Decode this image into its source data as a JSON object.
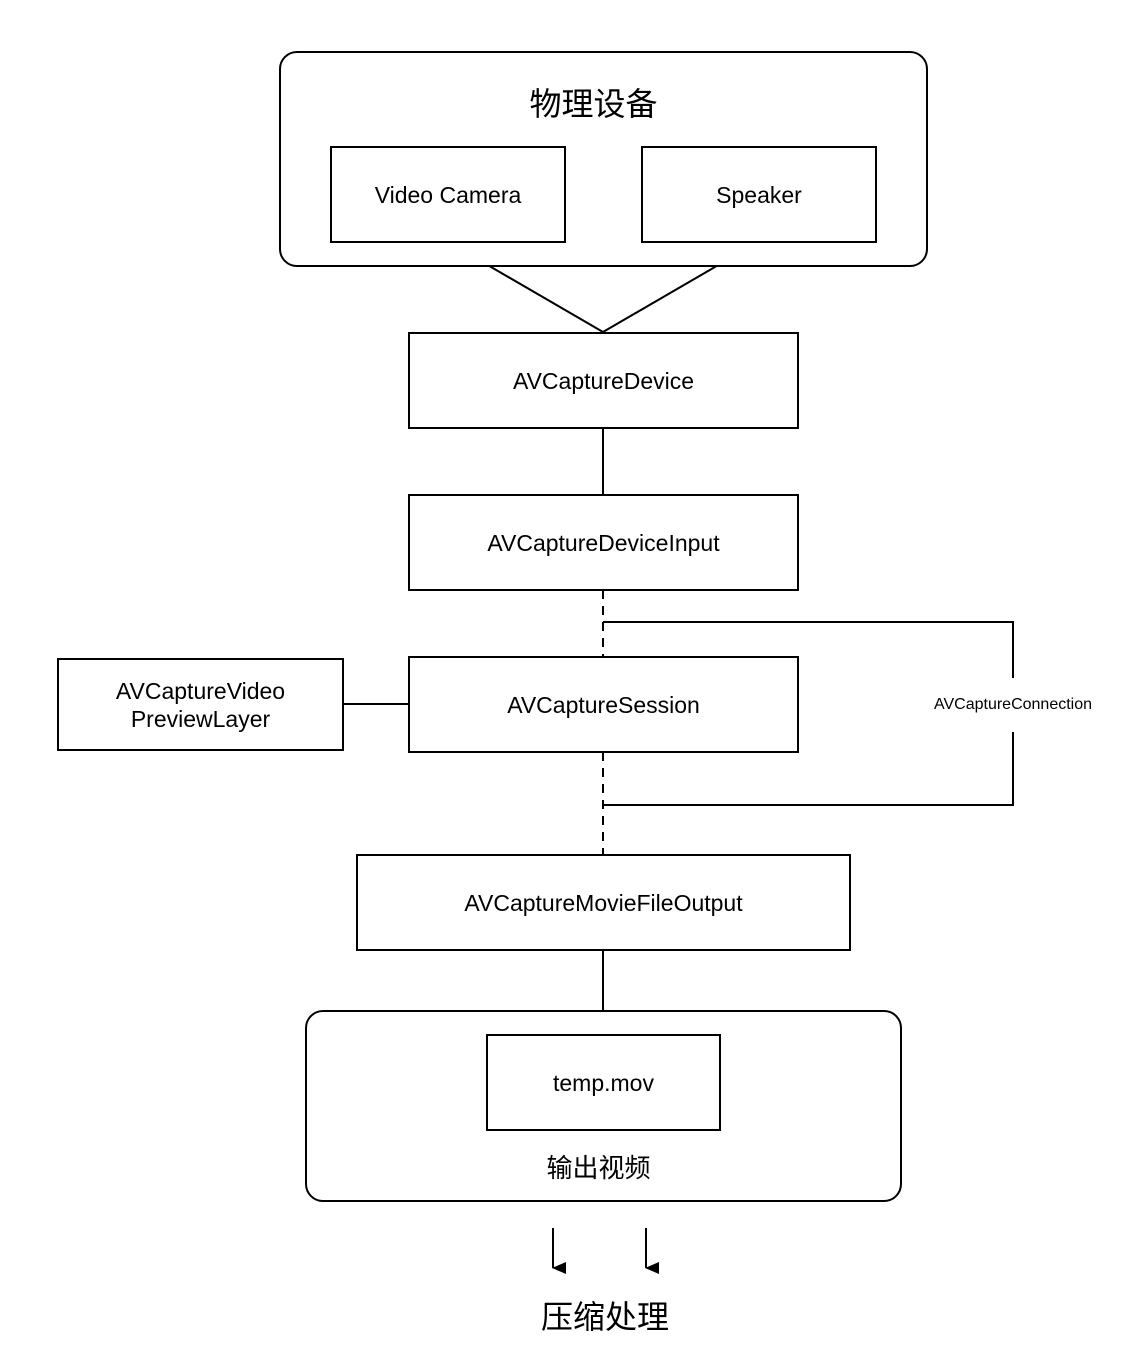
{
  "physical_devices": {
    "title": "物理设备",
    "video_camera": "Video Camera",
    "speaker": "Speaker"
  },
  "nodes": {
    "capture_device": "AVCaptureDevice",
    "device_input": "AVCaptureDeviceInput",
    "session": "AVCaptureSession",
    "preview_layer_line1": "AVCaptureVideo",
    "preview_layer_line2": "PreviewLayer",
    "connection": "AVCaptureConnection",
    "movie_file_output": "AVCaptureMovieFileOutput"
  },
  "output_video": {
    "title": "输出视频",
    "file": "temp.mov"
  },
  "compression": {
    "title": "压缩处理"
  }
}
